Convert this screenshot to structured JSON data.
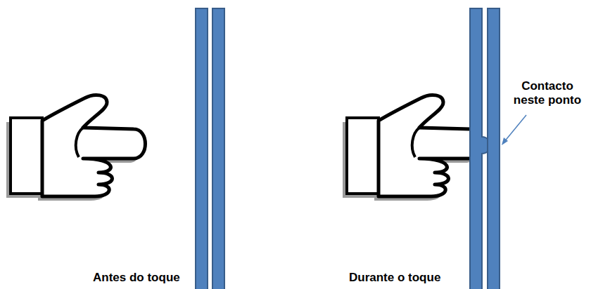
{
  "diagram": {
    "labels": [
      "Contacto neste ponto",
      "Antes do toque",
      "Durante o toque"
    ]
  }
}
